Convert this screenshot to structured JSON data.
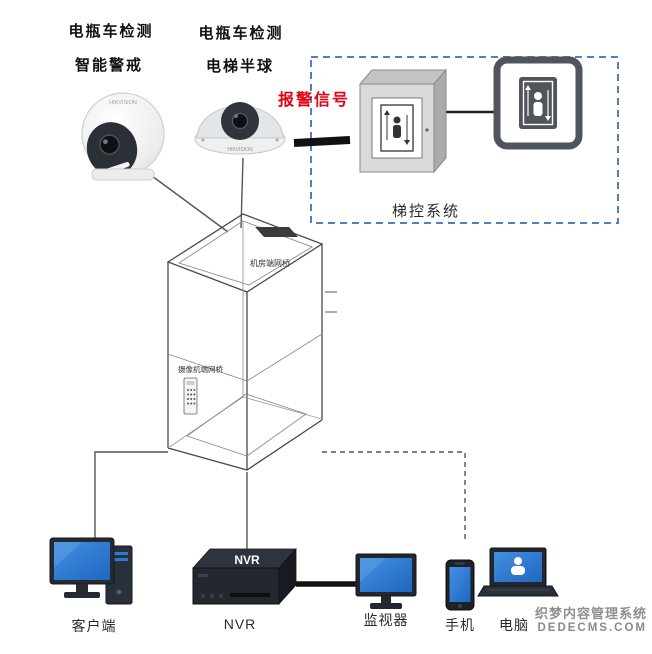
{
  "cameras": {
    "turret": {
      "label_line1": "电瓶车检测",
      "label_line2": "智能警戒",
      "brand": "HIKVISION"
    },
    "dome": {
      "label_line1": "电瓶车检测",
      "label_line2": "电梯半球",
      "brand": "HIKVISION"
    }
  },
  "alarm": {
    "signal_label": "报警信号",
    "color": "#e60012"
  },
  "control_system": {
    "label": "梯控系统",
    "box_border_color": "#4f81bd"
  },
  "elevator": {
    "bridge_machine_room": "机房端网桥",
    "bridge_cabin": "摄像机端网桥"
  },
  "devices": {
    "client_label": "客户端",
    "nvr_label": "NVR",
    "nvr_device_text": "NVR",
    "monitor_label": "监视器",
    "phone_label": "手机",
    "laptop_label": "电脑",
    "screen_color": "#2b7cd3"
  },
  "watermark": {
    "line1": "织梦内容管理系统",
    "line2": "DEDECMS.COM"
  }
}
